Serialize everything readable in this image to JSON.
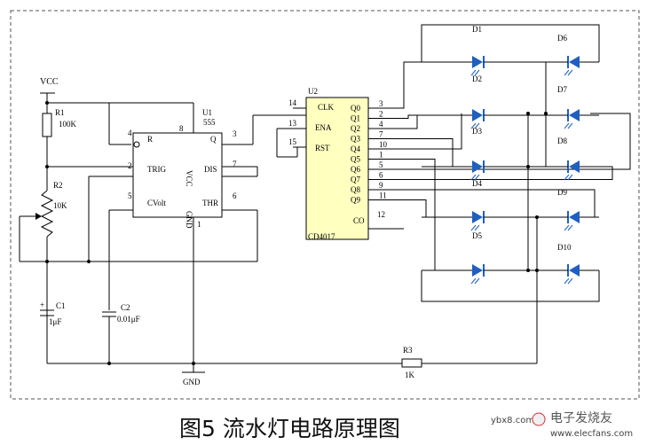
{
  "caption": "图5 流水灯电路原理图",
  "watermark": {
    "site": "ybx8.com",
    "brand": "电子发烧友",
    "url": "www.elecfans.com"
  },
  "colors": {
    "wire": "#000000",
    "ic_fill": "#ffffc0",
    "led": "#1f5fbf",
    "frame": "#555555"
  },
  "labels": {
    "vcc": "VCC",
    "gnd": "GND",
    "r1": "R1",
    "r1_val": "100K",
    "r2": "R2",
    "r2_val": "10K",
    "c1": "C1",
    "c1_val": "1μF",
    "c2": "C2",
    "c2_val": "0.01μF",
    "r3": "R3",
    "r3_val": "1K",
    "u1": "U1",
    "u1_part": "555",
    "u2": "U2",
    "u2_part": "CD4017"
  },
  "u1_pins": {
    "r": "R",
    "trig": "TRIG",
    "cvolt": "CVolt",
    "q": "Q",
    "dis": "DIS",
    "thr": "THR",
    "vcc": "VCC",
    "gnd": "GND",
    "n4": "4",
    "n8": "8",
    "n2": "2",
    "n5": "5",
    "n3": "3",
    "n7": "7",
    "n6": "6",
    "n1": "1"
  },
  "u2_pins": {
    "clk": "CLK",
    "ena": "ENA",
    "rst": "RST",
    "co": "CO",
    "n14": "14",
    "n13": "13",
    "n15": "15",
    "n12": "12",
    "outputs": [
      "Q0",
      "Q1",
      "Q2",
      "Q3",
      "Q4",
      "Q5",
      "Q6",
      "Q7",
      "Q8",
      "Q9"
    ],
    "output_pins": [
      "3",
      "2",
      "4",
      "7",
      "10",
      "1",
      "5",
      "6",
      "9",
      "11"
    ]
  },
  "leds": [
    "D1",
    "D2",
    "D3",
    "D4",
    "D5",
    "D6",
    "D7",
    "D8",
    "D9",
    "D10"
  ]
}
